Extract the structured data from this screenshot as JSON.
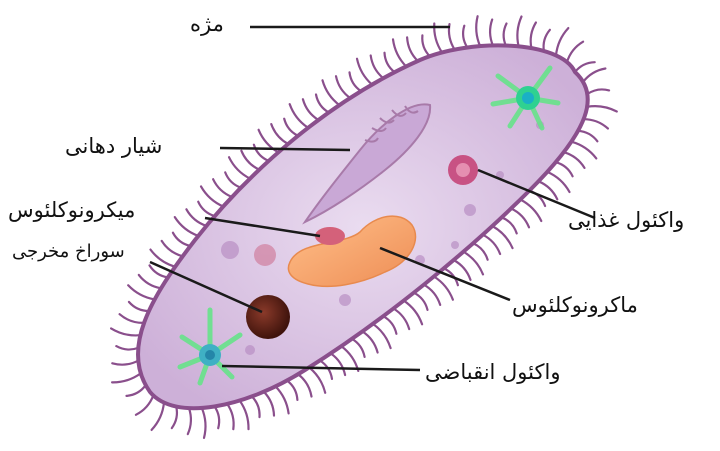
{
  "diagram": {
    "labels": {
      "cilia": "مژه",
      "oral_groove": "شیار دهانی",
      "micronucleus": "میکرونوکلئوس",
      "anal_pore": "سوراخ مخرجی",
      "food_vacuole": "واکئول غذایی",
      "macronucleus": "ماکرونوکلئوس",
      "contractile_vacuole": "واکئول انقباضی"
    },
    "colors": {
      "membrane": "#8a4f8c",
      "cytoplasm": "#ddc8e6",
      "macronucleus": "#f4a46a",
      "micronucleus": "#d4617a",
      "anal_pore": "#5a1e14",
      "contractile_vacuole": "#67e38a",
      "food_vacuole": "#c43d72",
      "leader_line": "#1a1a1a"
    }
  }
}
